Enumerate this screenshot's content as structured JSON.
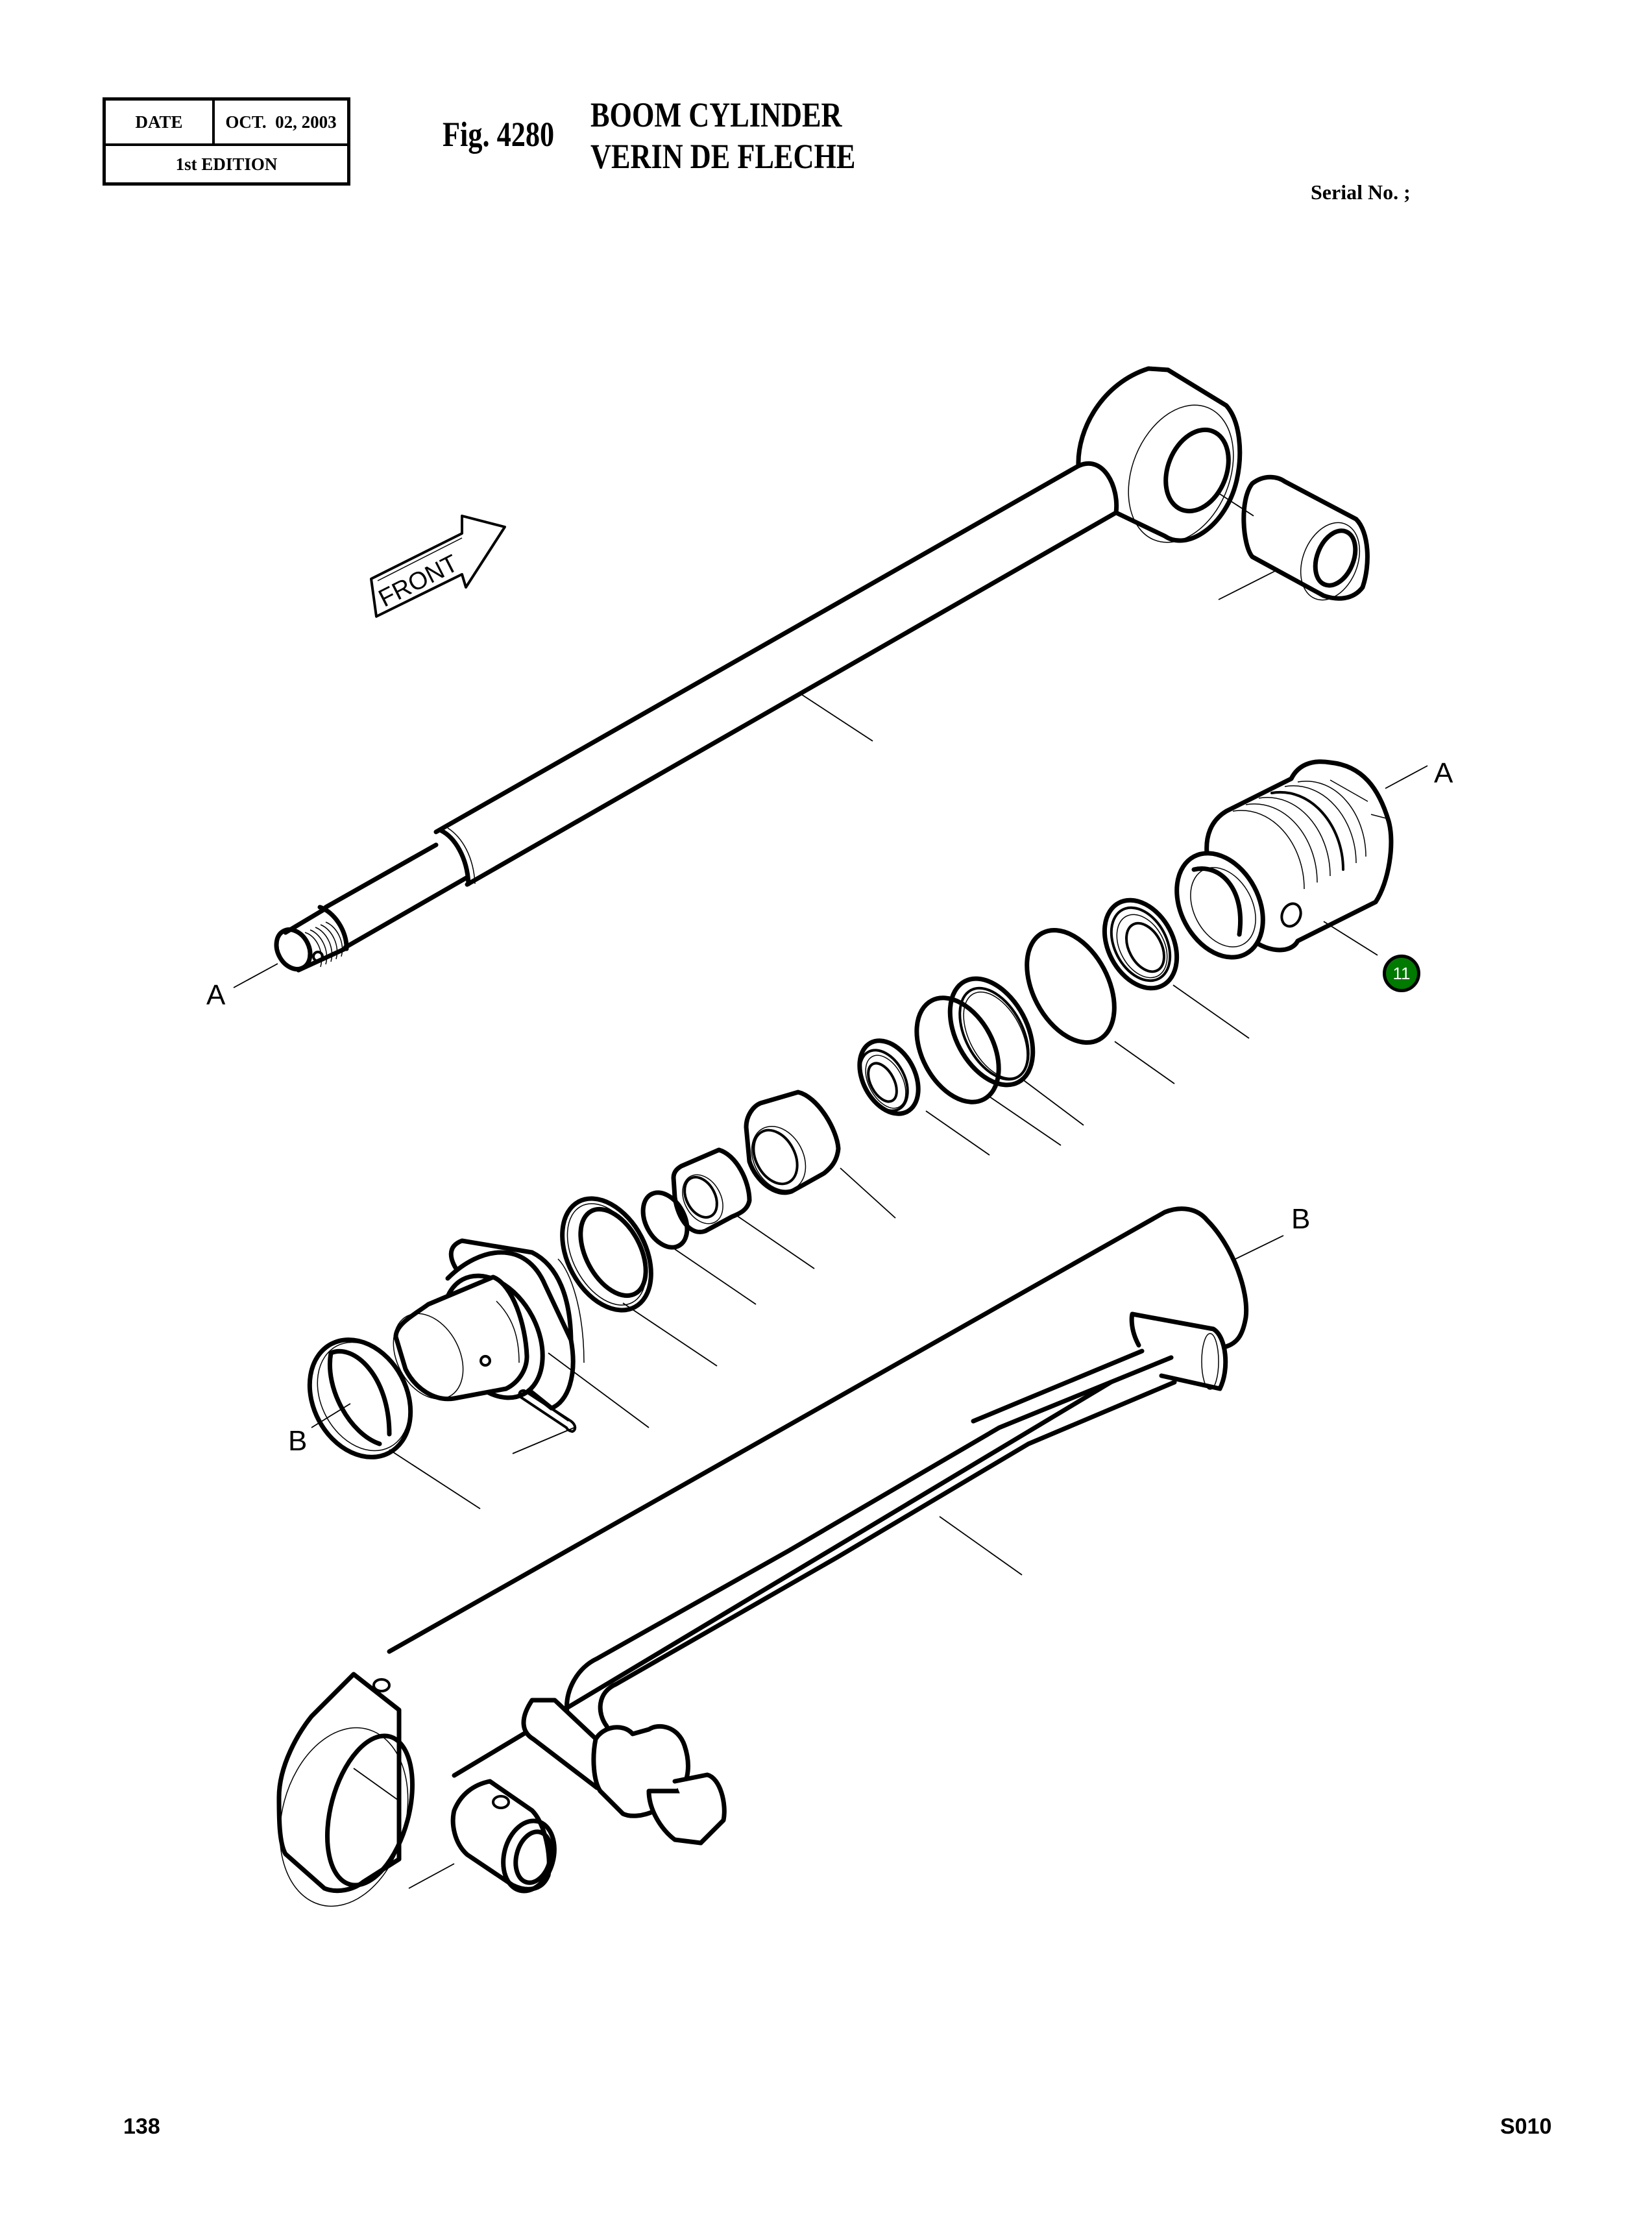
{
  "header": {
    "date_label": "DATE",
    "date_value": "OCT.  02, 2003",
    "edition": "1st EDITION",
    "figure_number": "Fig. 4280",
    "title_en": "BOOM CYLINDER",
    "title_fr": "VERIN DE FLECHE",
    "serial_label": "Serial No. ;"
  },
  "drawing": {
    "front_arrow_label": "FRONT",
    "reference_letters": {
      "rod_end_a": "A",
      "head_a": "A",
      "bushing_b": "B",
      "barrel_b": "B"
    },
    "callouts": [
      {
        "number": "11",
        "color": "#007a00",
        "text_color": "#ffffff"
      }
    ]
  },
  "footer": {
    "page_number": "138",
    "section_code": "S010"
  }
}
